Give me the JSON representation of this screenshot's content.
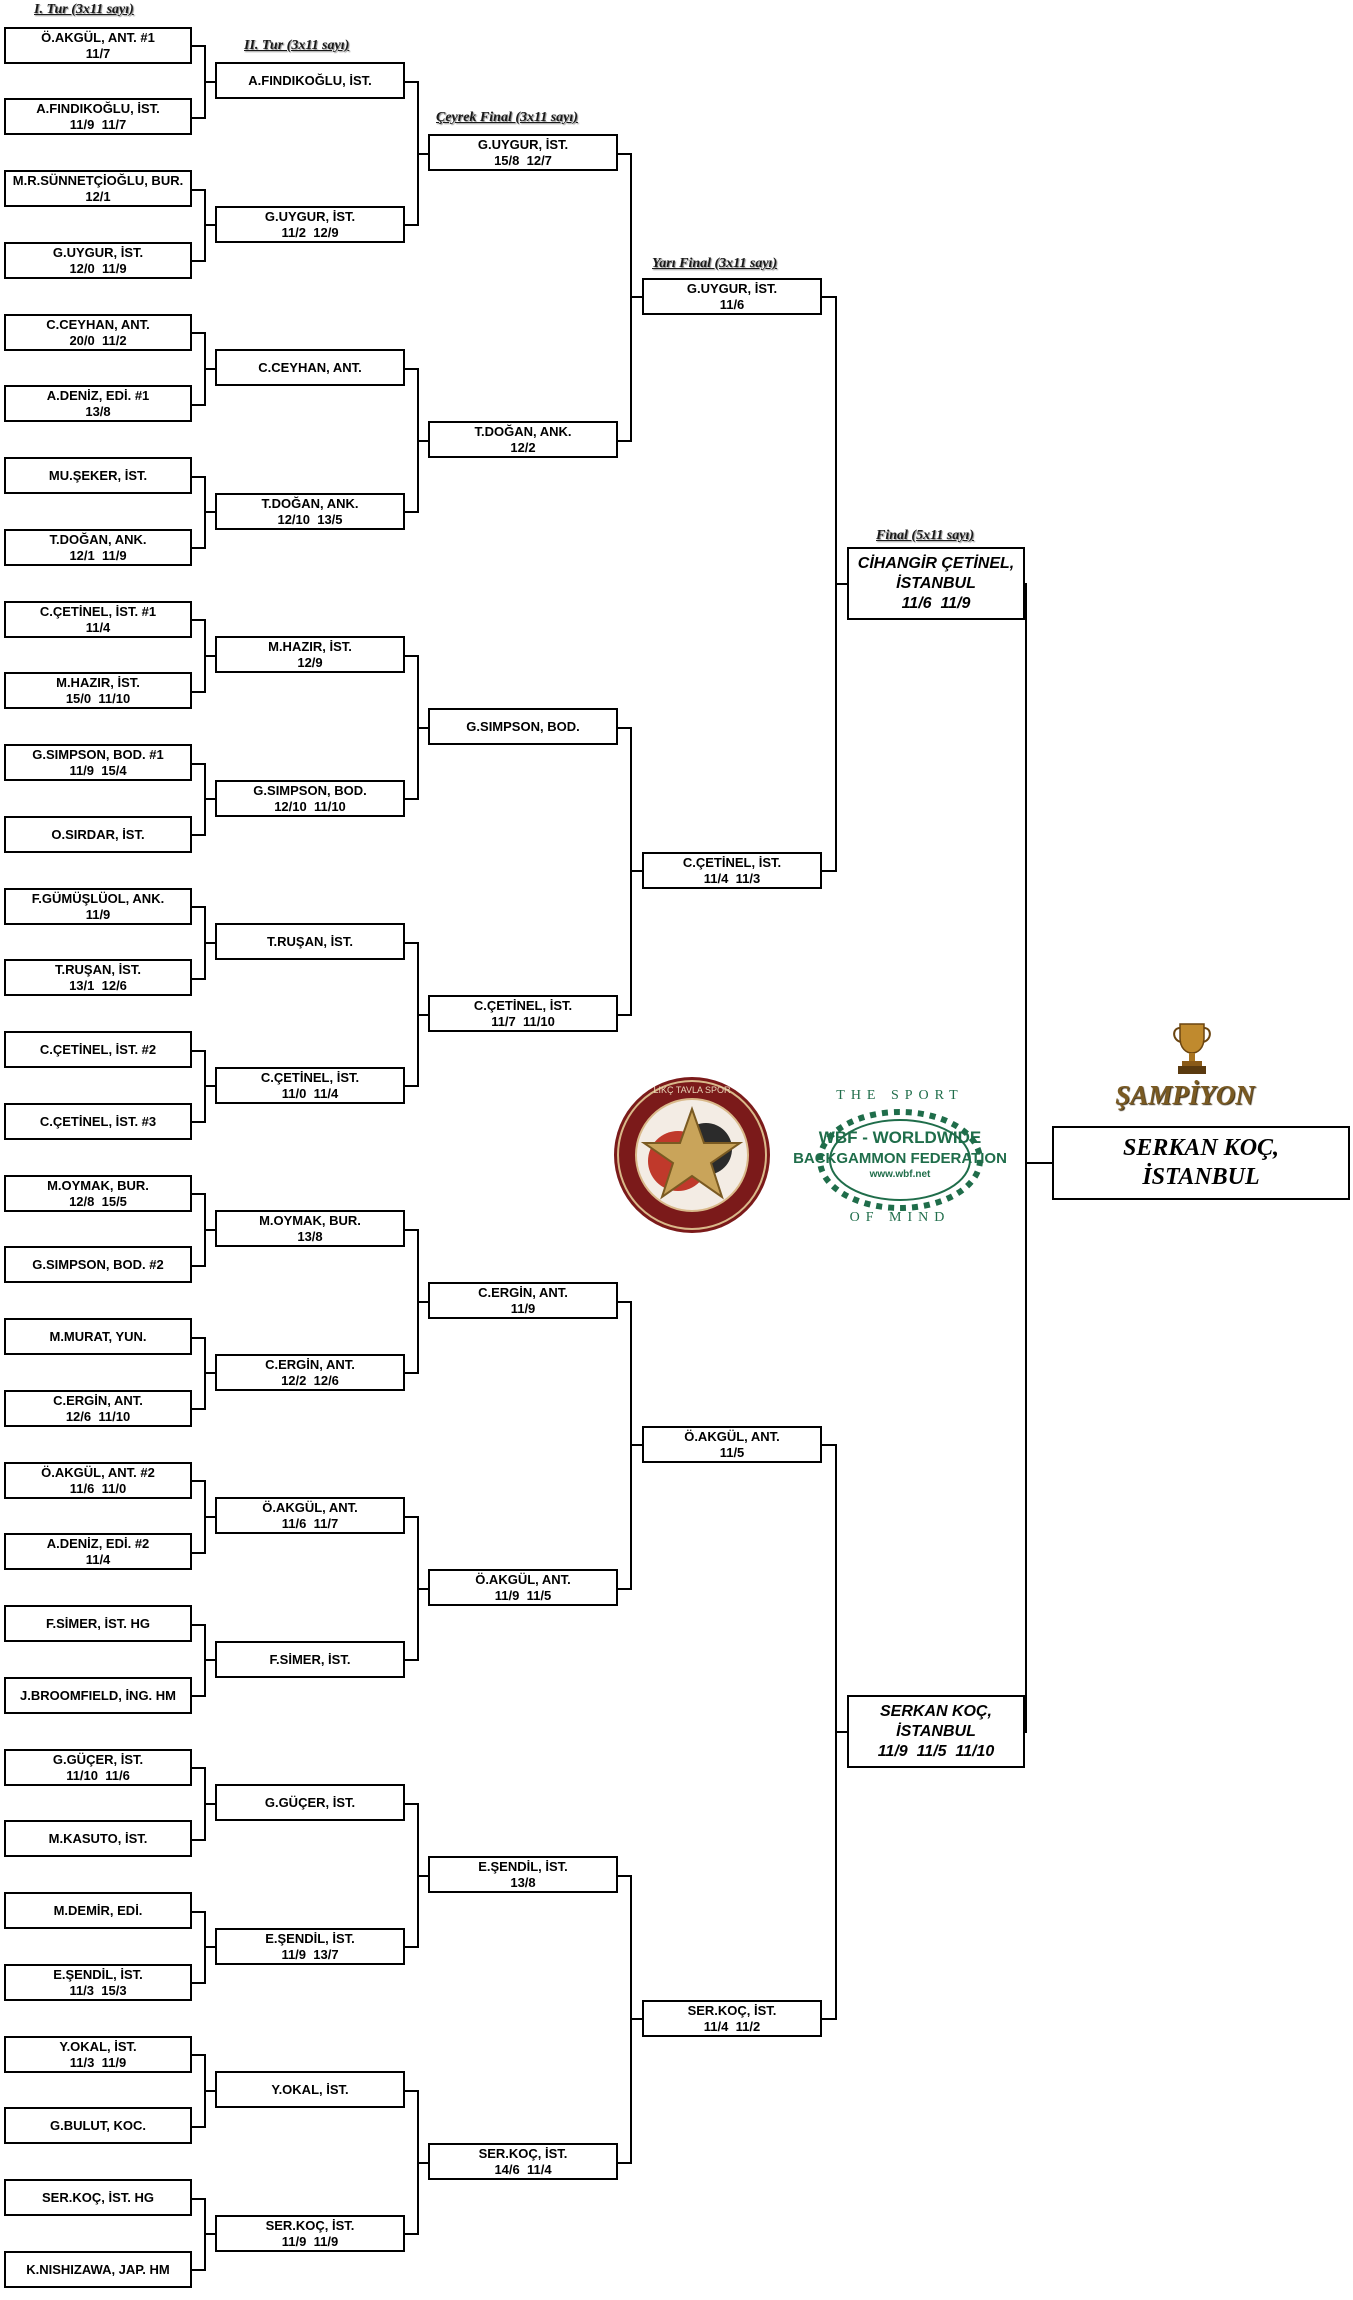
{
  "headers": {
    "round1": "I. Tur (3x11 sayı)",
    "round2": "II. Tur (3x11 sayı)",
    "quarter": "Çeyrek Final (3x11 sayı)",
    "semi": "Yarı Final (3x11 sayı)",
    "final": "Final (5x11 sayı)"
  },
  "champion": {
    "title": "ŞAMPİYON",
    "name_line1": "SERKAN KOÇ,",
    "name_line2": "İSTANBUL"
  },
  "logos": {
    "left_logo_text": "LIKÇ TAVLA SPOR",
    "wbf_top": "THE SPORT",
    "wbf_line1": "WBF - WORLDWIDE",
    "wbf_line2": "BACKGAMMON FEDERATION",
    "wbf_url": "www.wbf.net",
    "wbf_bottom": "OF MIND"
  },
  "rounds": {
    "r1": [
      {
        "name": "Ö.AKGÜL, ANT. #1",
        "score": "11/7"
      },
      {
        "name": "A.FINDIKOĞLU, İST.",
        "score": "11/9  11/7"
      },
      {
        "name": "M.R.SÜNNETÇİOĞLU, BUR.",
        "score": "12/1"
      },
      {
        "name": "G.UYGUR, İST.",
        "score": "12/0  11/9"
      },
      {
        "name": "C.CEYHAN, ANT.",
        "score": "20/0  11/2"
      },
      {
        "name": "A.DENİZ, EDİ. #1",
        "score": "13/8"
      },
      {
        "name": "MU.ŞEKER, İST.",
        "score": ""
      },
      {
        "name": "T.DOĞAN, ANK.",
        "score": "12/1  11/9"
      },
      {
        "name": "C.ÇETİNEL, İST. #1",
        "score": "11/4"
      },
      {
        "name": "M.HAZIR, İST.",
        "score": "15/0  11/10"
      },
      {
        "name": "G.SIMPSON, BOD. #1",
        "score": "11/9  15/4"
      },
      {
        "name": "O.SIRDAR, İST.",
        "score": ""
      },
      {
        "name": "F.GÜMÜŞLÜOL, ANK.",
        "score": "11/9"
      },
      {
        "name": "T.RUŞAN, İST.",
        "score": "13/1  12/6"
      },
      {
        "name": "C.ÇETİNEL, İST. #2",
        "score": ""
      },
      {
        "name": "C.ÇETİNEL, İST. #3",
        "score": ""
      },
      {
        "name": "M.OYMAK, BUR.",
        "score": "12/8  15/5"
      },
      {
        "name": "G.SIMPSON, BOD. #2",
        "score": ""
      },
      {
        "name": "M.MURAT, YUN.",
        "score": ""
      },
      {
        "name": "C.ERGİN, ANT.",
        "score": "12/6  11/10"
      },
      {
        "name": "Ö.AKGÜL, ANT. #2",
        "score": "11/6  11/0"
      },
      {
        "name": "A.DENİZ, EDİ. #2",
        "score": "11/4"
      },
      {
        "name": "F.SİMER, İST.  HG",
        "score": ""
      },
      {
        "name": "J.BROOMFIELD, İNG.  HM",
        "score": ""
      },
      {
        "name": "G.GÜÇER, İST.",
        "score": "11/10  11/6"
      },
      {
        "name": "M.KASUTO, İST.",
        "score": ""
      },
      {
        "name": "M.DEMİR, EDİ.",
        "score": ""
      },
      {
        "name": "E.ŞENDİL, İST.",
        "score": "11/3  15/3"
      },
      {
        "name": "Y.OKAL, İST.",
        "score": "11/3  11/9"
      },
      {
        "name": "G.BULUT, KOC.",
        "score": ""
      },
      {
        "name": "SER.KOÇ, İST.  HG",
        "score": ""
      },
      {
        "name": "K.NISHIZAWA, JAP.  HM",
        "score": ""
      }
    ],
    "r2": [
      {
        "name": "A.FINDIKOĞLU, İST.",
        "score": ""
      },
      {
        "name": "G.UYGUR, İST.",
        "score": "11/2  12/9"
      },
      {
        "name": "C.CEYHAN, ANT.",
        "score": ""
      },
      {
        "name": "T.DOĞAN, ANK.",
        "score": "12/10  13/5"
      },
      {
        "name": "M.HAZIR, İST.",
        "score": "12/9"
      },
      {
        "name": "G.SIMPSON, BOD.",
        "score": "12/10  11/10"
      },
      {
        "name": "T.RUŞAN, İST.",
        "score": ""
      },
      {
        "name": "C.ÇETİNEL, İST.",
        "score": "11/0  11/4"
      },
      {
        "name": "M.OYMAK, BUR.",
        "score": "13/8"
      },
      {
        "name": "C.ERGİN, ANT.",
        "score": "12/2  12/6"
      },
      {
        "name": "Ö.AKGÜL, ANT.",
        "score": "11/6  11/7"
      },
      {
        "name": "F.SİMER, İST.",
        "score": ""
      },
      {
        "name": "G.GÜÇER, İST.",
        "score": ""
      },
      {
        "name": "E.ŞENDİL, İST.",
        "score": "11/9  13/7"
      },
      {
        "name": "Y.OKAL, İST.",
        "score": ""
      },
      {
        "name": "SER.KOÇ, İST.",
        "score": "11/9  11/9"
      }
    ],
    "qf": [
      {
        "name": "G.UYGUR, İST.",
        "score": "15/8  12/7"
      },
      {
        "name": "T.DOĞAN, ANK.",
        "score": "12/2"
      },
      {
        "name": "G.SIMPSON, BOD.",
        "score": ""
      },
      {
        "name": "C.ÇETİNEL, İST.",
        "score": "11/7  11/10"
      },
      {
        "name": "C.ERGİN, ANT.",
        "score": "11/9"
      },
      {
        "name": "Ö.AKGÜL, ANT.",
        "score": "11/9  11/5"
      },
      {
        "name": "E.ŞENDİL, İST.",
        "score": "13/8"
      },
      {
        "name": "SER.KOÇ, İST.",
        "score": "14/6  11/4"
      }
    ],
    "sf": [
      {
        "name": "G.UYGUR, İST.",
        "score": "11/6"
      },
      {
        "name": "C.ÇETİNEL, İST.",
        "score": "11/4  11/3"
      },
      {
        "name": "Ö.AKGÜL, ANT.",
        "score": "11/5"
      },
      {
        "name": "SER.KOÇ, İST.",
        "score": "11/4  11/2"
      }
    ],
    "final": [
      {
        "name1": "CİHANGİR ÇETİNEL,",
        "name2": "İSTANBUL",
        "score": "11/6  11/9"
      },
      {
        "name1": "SERKAN KOÇ,",
        "name2": "İSTANBUL",
        "score": "11/9  11/5  11/10"
      }
    ]
  }
}
